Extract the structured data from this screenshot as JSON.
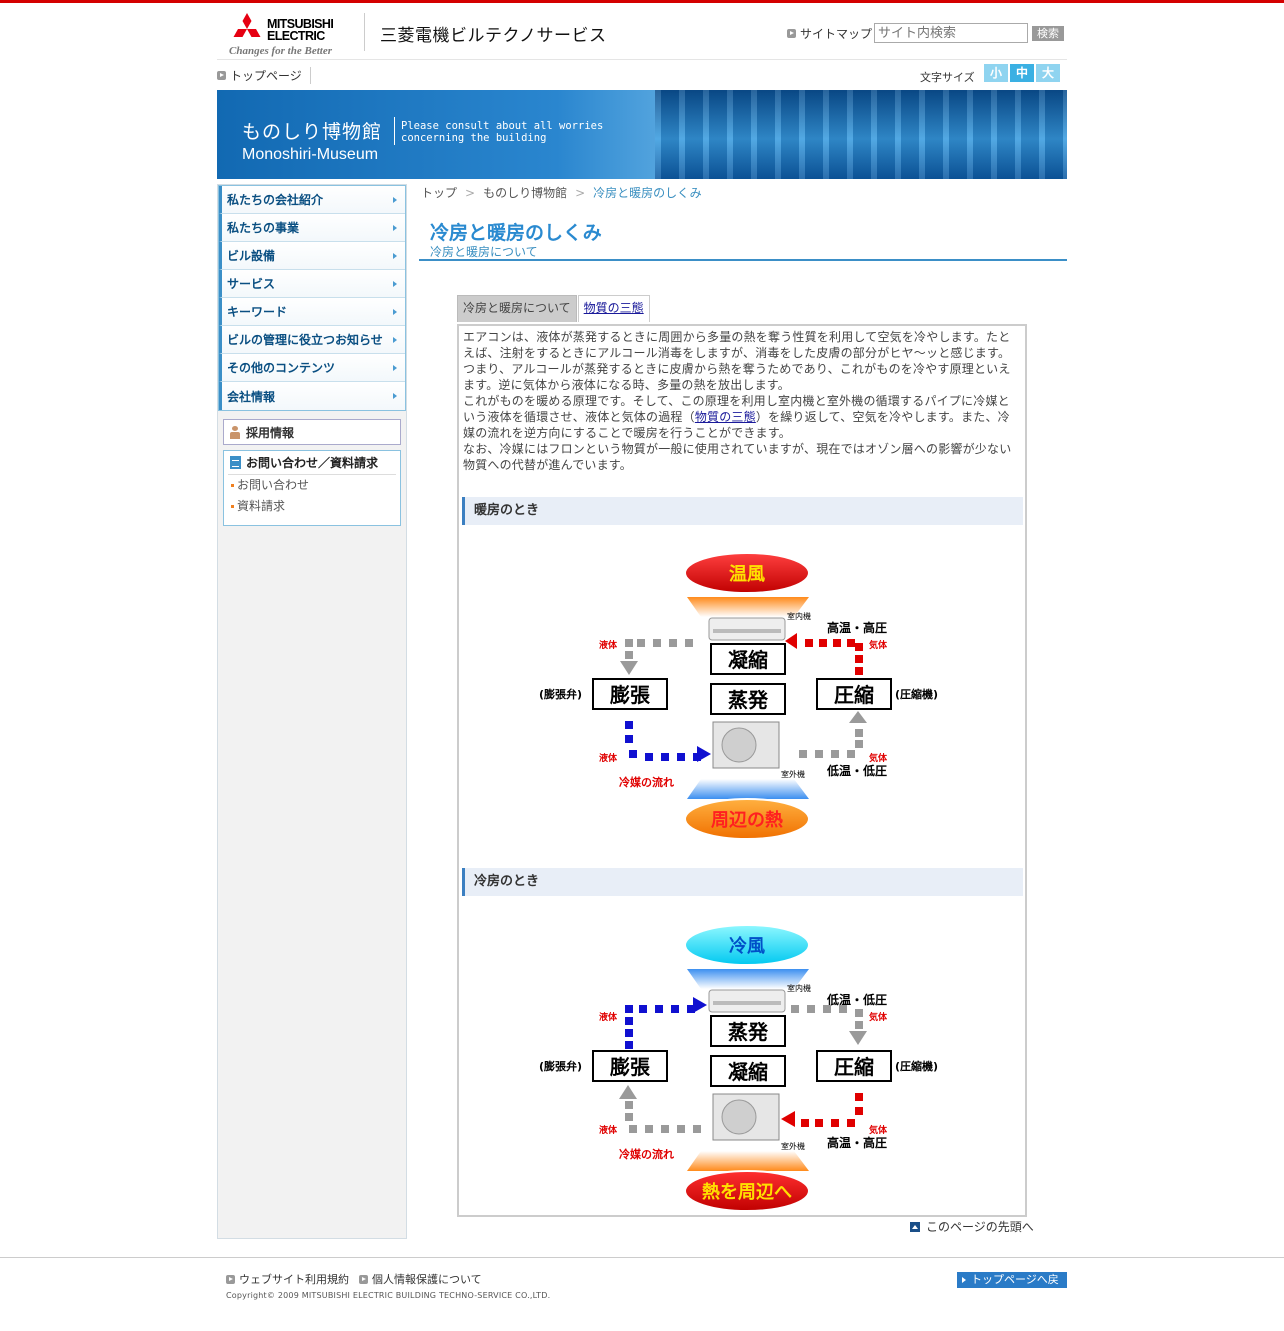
{
  "header": {
    "brand_line1": "MITSUBISHI",
    "brand_line2": "ELECTRIC",
    "tagline": "Changes for the Better",
    "company_name": "三菱電機ビルテクノサービス",
    "sitemap_label": "サイトマップ",
    "search_placeholder": "サイト内検索",
    "search_button": "検索"
  },
  "subbar": {
    "home_label": "トップページ",
    "fontsize_label": "文字サイズ",
    "fontsize_small": "小",
    "fontsize_mid": "中",
    "fontsize_large": "大"
  },
  "banner": {
    "title_jp": "ものしり博物館",
    "title_en": "Monoshiri-Museum",
    "msg_line1": "Please consult about all worries",
    "msg_line2": "concerning the building"
  },
  "sidebar": {
    "items": [
      {
        "label": "私たちの会社紹介"
      },
      {
        "label": "私たちの事業"
      },
      {
        "label": "ビル設備"
      },
      {
        "label": "サービス"
      },
      {
        "label": "キーワード"
      },
      {
        "label": "ビルの管理に役立つお知らせ"
      },
      {
        "label": "その他のコンテンツ"
      },
      {
        "label": "会社情報"
      }
    ],
    "recruit_label": "採用情報",
    "contact_title": "お問い合わせ／資料請求",
    "contact_link": "お問い合わせ",
    "document_link": "資料請求"
  },
  "breadcrumb": {
    "top": "トップ",
    "museum": "ものしり博物館",
    "current": "冷房と暖房のしくみ",
    "sep": ">"
  },
  "page": {
    "title": "冷房と暖房のしくみ",
    "subtitle": "冷房と暖房について"
  },
  "tabs": {
    "active": "冷房と暖房について",
    "other": "物質の三態"
  },
  "content": {
    "p1": "エアコンは、液体が蒸発するときに周囲から多量の熱を奪う性質を利用して空気を冷やします。たとえば、注射をするときにアルコール消毒をしますが、消毒をした皮膚の部分がヒヤ～ッと感じます。",
    "p2": "つまり、アルコールが蒸発するときに皮膚から熱を奪うためであり、これがものを冷やす原理といえます。逆に気体から液体になる時、多量の熱を放出します。",
    "p3a": "これがものを暖める原理です。そして、この原理を利用し室内機と室外機の循環するパイプに冷媒という液体を循環させ、液体と気体の過程（",
    "p3_link": "物質の三態",
    "p3b": "）を繰り返して、空気を冷やします。また、冷媒の流れを逆方向にすることで暖房を行うことができます。",
    "p4": "なお、冷媒にはフロンという物質が一般に使用されていますが、現在ではオゾン層への影響が少ない物質への代替が進んでいます。",
    "heating_heading": "暖房のとき",
    "cooling_heading": "冷房のとき"
  },
  "heating_diagram": {
    "top_oval": "温風",
    "bottom_oval": "周辺の熱",
    "indoor_unit": "室内機",
    "outdoor_unit": "室外機",
    "upper_box": "凝縮",
    "lower_box": "蒸発",
    "left_box": "膨張",
    "right_box": "圧縮",
    "left_paren": "(膨張弁)",
    "right_paren": "(圧縮機)",
    "upper_right_state": "高温・高圧",
    "lower_right_state": "低温・低圧",
    "liquid": "液体",
    "gas": "気体",
    "flow": "冷媒の流れ"
  },
  "cooling_diagram": {
    "top_oval": "冷風",
    "bottom_oval": "熱を周辺へ",
    "indoor_unit": "室内機",
    "outdoor_unit": "室外機",
    "upper_box": "蒸発",
    "lower_box": "凝縮",
    "left_box": "膨張",
    "right_box": "圧縮",
    "left_paren": "(膨張弁)",
    "right_paren": "(圧縮機)",
    "upper_right_state": "低温・低圧",
    "lower_right_state": "高温・高圧",
    "liquid": "液体",
    "gas": "気体",
    "flow": "冷媒の流れ"
  },
  "pagetop_label": "このページの先頭へ",
  "footer": {
    "terms": "ウェブサイト利用規約",
    "privacy": "個人情報保護について",
    "copyright": "Copyright© 2009 MITSUBISHI ELECTRIC BUILDING TECHNO-SERVICE CO.,LTD.",
    "back_top": "トップページへ戻る"
  },
  "colors": {
    "accent_red": "#d40000",
    "accent_blue": "#2a8ad0",
    "nav_text": "#0a4f82",
    "hot": "#e00000",
    "cold": "#1010d0"
  }
}
